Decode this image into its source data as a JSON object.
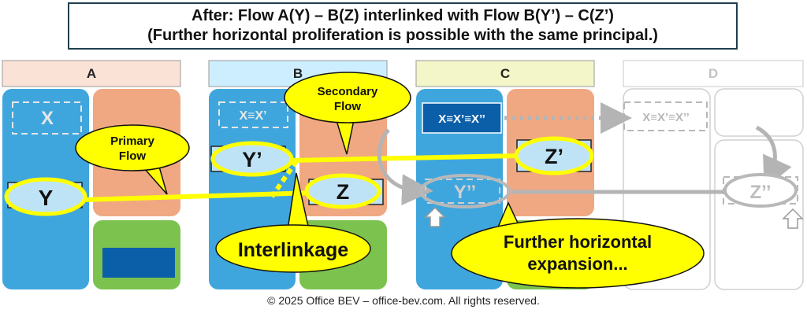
{
  "title": {
    "line1": "After: Flow A(Y) – B(Z) interlinked with Flow B(Y’) – C(Z’)",
    "line2": "(Further horizontal proliferation is possible with the same principal.)"
  },
  "columns": {
    "a": "A",
    "b": "B",
    "c": "C",
    "d": "D"
  },
  "nodes": {
    "a_x": "X",
    "a_y": "Y",
    "b_x": "X≡X’",
    "b_y": "Y’",
    "b_z": "Z",
    "c_x": "X≡X’≡X’’",
    "c_y": "Y’’",
    "c_z": "Z’",
    "d_x": "X≡X’≡X’’",
    "d_z": "Z’’"
  },
  "callouts": {
    "primary_line1": "Primary",
    "primary_line2": "Flow",
    "secondary_line1": "Secondary",
    "secondary_line2": "Flow",
    "interlinkage": "Interlinkage",
    "further_line1": "Further horizontal",
    "further_line2": "expansion..."
  },
  "footer": "© 2025 Office BEV – office-bev.com. All rights reserved.",
  "colors": {
    "blue": "#3fa6dd",
    "salmon": "#f0a882",
    "green": "#7cc24f",
    "yellow": "#ffff00",
    "dark_blue": "#0b5fa8",
    "header_a": "#fbe2d6",
    "header_b": "#cdeeff",
    "header_c": "#f3f6c8"
  }
}
